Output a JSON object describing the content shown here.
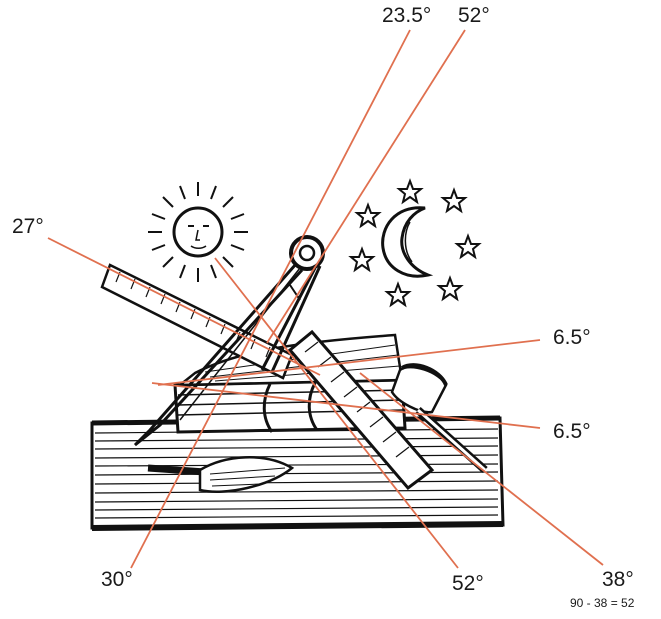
{
  "labels": {
    "top_left_angle": "23.5°",
    "top_right_angle": "52°",
    "left_angle": "27°",
    "right_upper_angle": "6.5°",
    "right_lower_angle": "6.5°",
    "bottom_left_angle": "30°",
    "bottom_mid_angle": "52°",
    "bottom_right_angle": "38°",
    "bottom_right_formula": "90 - 38 = 52"
  },
  "colors": {
    "construction_line": "#e0704f",
    "ink": "#111111",
    "paper": "#ffffff"
  }
}
